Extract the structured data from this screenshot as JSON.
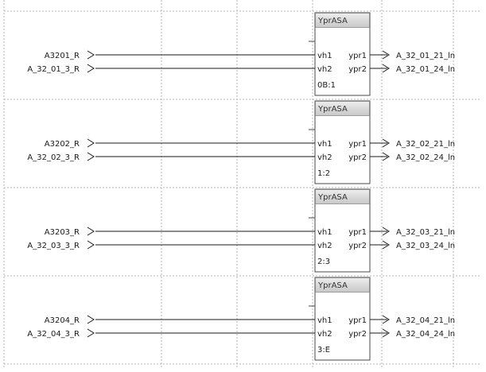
{
  "block_type": "YprASA",
  "blocks": [
    {
      "inputs": [
        {
          "signal": "A3201_R",
          "port": "vh1"
        },
        {
          "signal": "A_32_01_3_R",
          "port": "vh2"
        }
      ],
      "outputs": [
        {
          "port": "ypr1",
          "signal": "A_32_01_21_ln"
        },
        {
          "port": "ypr2",
          "signal": "A_32_01_24_ln"
        }
      ],
      "order": "0B:1"
    },
    {
      "inputs": [
        {
          "signal": "A3202_R",
          "port": "vh1"
        },
        {
          "signal": "A_32_02_3_R",
          "port": "vh2"
        }
      ],
      "outputs": [
        {
          "port": "ypr1",
          "signal": "A_32_02_21_ln"
        },
        {
          "port": "ypr2",
          "signal": "A_32_02_24_ln"
        }
      ],
      "order": "1:2"
    },
    {
      "inputs": [
        {
          "signal": "A3203_R",
          "port": "vh1"
        },
        {
          "signal": "A_32_03_3_R",
          "port": "vh2"
        }
      ],
      "outputs": [
        {
          "port": "ypr1",
          "signal": "A_32_03_21_ln"
        },
        {
          "port": "ypr2",
          "signal": "A_32_03_24_ln"
        }
      ],
      "order": "2:3"
    },
    {
      "inputs": [
        {
          "signal": "A3204_R",
          "port": "vh1"
        },
        {
          "signal": "A_32_04_3_R",
          "port": "vh2"
        }
      ],
      "outputs": [
        {
          "port": "ypr1",
          "signal": "A_32_04_21_ln"
        },
        {
          "port": "ypr2",
          "signal": "A_32_04_24_ln"
        }
      ],
      "order": "3:E"
    }
  ]
}
